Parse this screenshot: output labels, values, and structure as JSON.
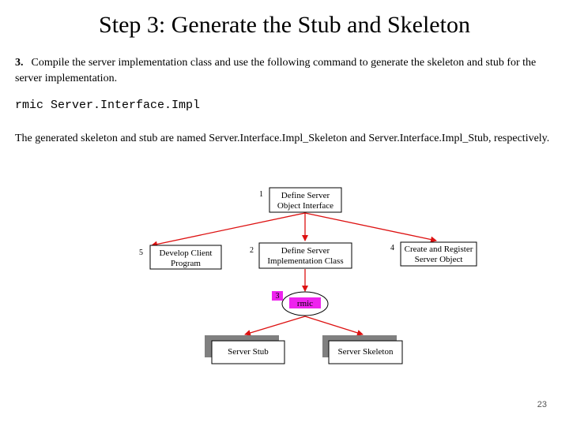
{
  "slide": {
    "title": "Step 3: Generate the Stub and Skeleton",
    "step_number": "3.",
    "instruction": "Compile the server implementation class and use the following command to generate the skeleton and stub for the server implementation.",
    "command": "rmic Server.Interface.Impl",
    "result": "The generated skeleton and stub are named Server.Interface.Impl_Skeleton and Server.Interface.Impl_Stub, respectively.",
    "page_number": "23"
  },
  "diagram": {
    "define_interface": {
      "step": "1",
      "line1": "Define Server",
      "line2": "Object Interface"
    },
    "define_impl": {
      "step": "2",
      "line1": "Define Server",
      "line2": "Implementation Class"
    },
    "develop_client": {
      "step": "5",
      "line1": "Develop Client",
      "line2": "Program"
    },
    "create_register": {
      "step": "4",
      "line1": "Create and Register",
      "line2": "Server Object"
    },
    "rmic": {
      "step": "3",
      "label": "rmic"
    },
    "server_stub": {
      "label": "Server Stub"
    },
    "server_skeleton": {
      "label": "Server Skeleton"
    }
  },
  "colors": {
    "arrow": "#dd1111",
    "rmic_badge": "#ee22ee",
    "shadow": "#808080"
  }
}
